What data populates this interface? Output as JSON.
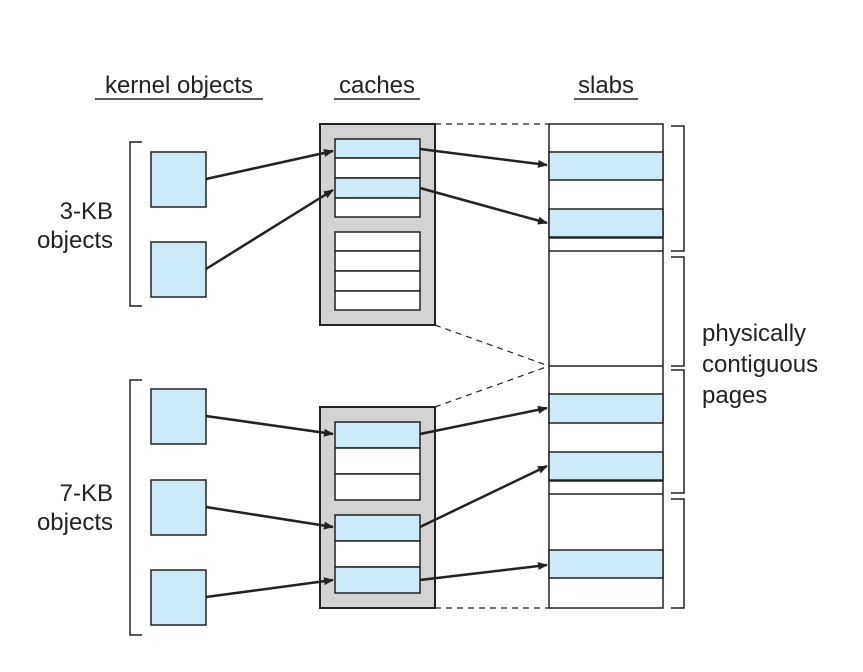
{
  "headers": {
    "kernel_objects": "kernel objects",
    "caches": "caches",
    "slabs": "slabs"
  },
  "groups": {
    "small_line1": "3-KB",
    "small_line2": "objects",
    "large_line1": "7-KB",
    "large_line2": "objects"
  },
  "pages_label": {
    "line1": "physically",
    "line2": "contiguous",
    "line3": "pages"
  },
  "colors": {
    "object_fill": "#cdeaf8",
    "cache_fill": "#d3d3d3",
    "stroke": "#222222"
  }
}
